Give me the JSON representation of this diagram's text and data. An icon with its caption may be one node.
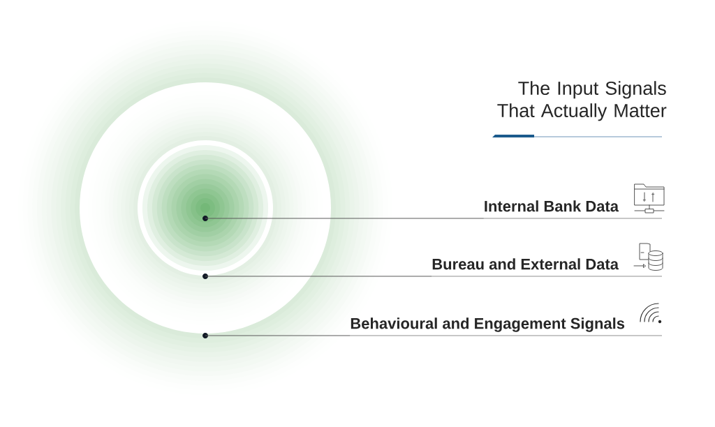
{
  "diagram": {
    "title": "The Input Signals That Actually Matter",
    "nodes": [
      {
        "text": [
          "Internal Bank Data"
        ]
      },
      {
        "text": [
          "Bureau and External Data"
        ]
      },
      {
        "text": [
          "Behavioural and Engagement Signals"
        ]
      },
      {
        "text": [],
        "shape": "circle"
      },
      {
        "text": [],
        "shape": "circle"
      },
      {
        "text": [],
        "shape": "circle"
      }
    ],
    "edges": [
      {
        "from": 0,
        "to": 3,
        "arrow": "none"
      },
      {
        "from": 1,
        "to": 4,
        "arrow": "none"
      },
      {
        "from": 2,
        "to": 5,
        "arrow": "none"
      }
    ]
  }
}
